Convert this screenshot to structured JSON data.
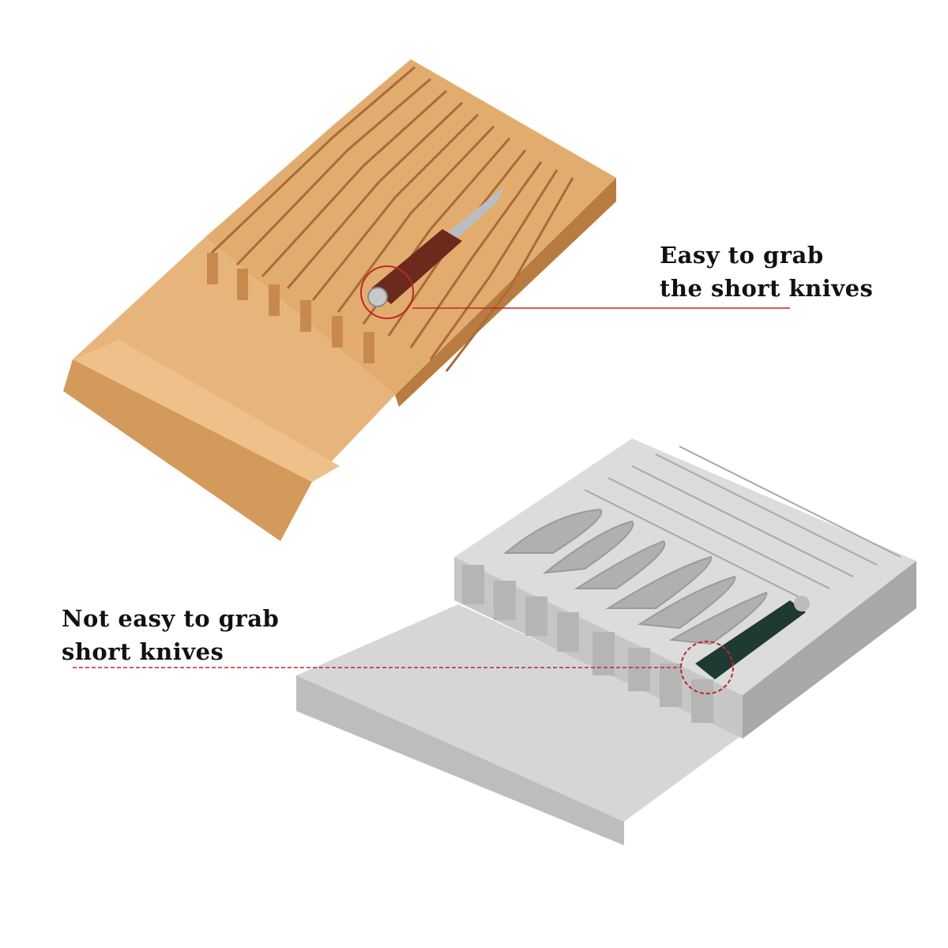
{
  "callouts": {
    "good": {
      "line1": "Easy to grab",
      "line2": "the short knives",
      "color": "#c0262a"
    },
    "bad": {
      "line1": "Not easy to grab",
      "line2": "short knives",
      "color": "#c0262a"
    }
  },
  "colors": {
    "bamboo_light": "#e9b77e",
    "bamboo_mid": "#d9a064",
    "bamboo_dark": "#b8783c",
    "grey_light": "#d9d9d9",
    "grey_mid": "#c2c2c2",
    "grey_dark": "#9a9a9a",
    "knife_handle_brown": "#6b2a1c",
    "knife_handle_green": "#1f3a32"
  }
}
